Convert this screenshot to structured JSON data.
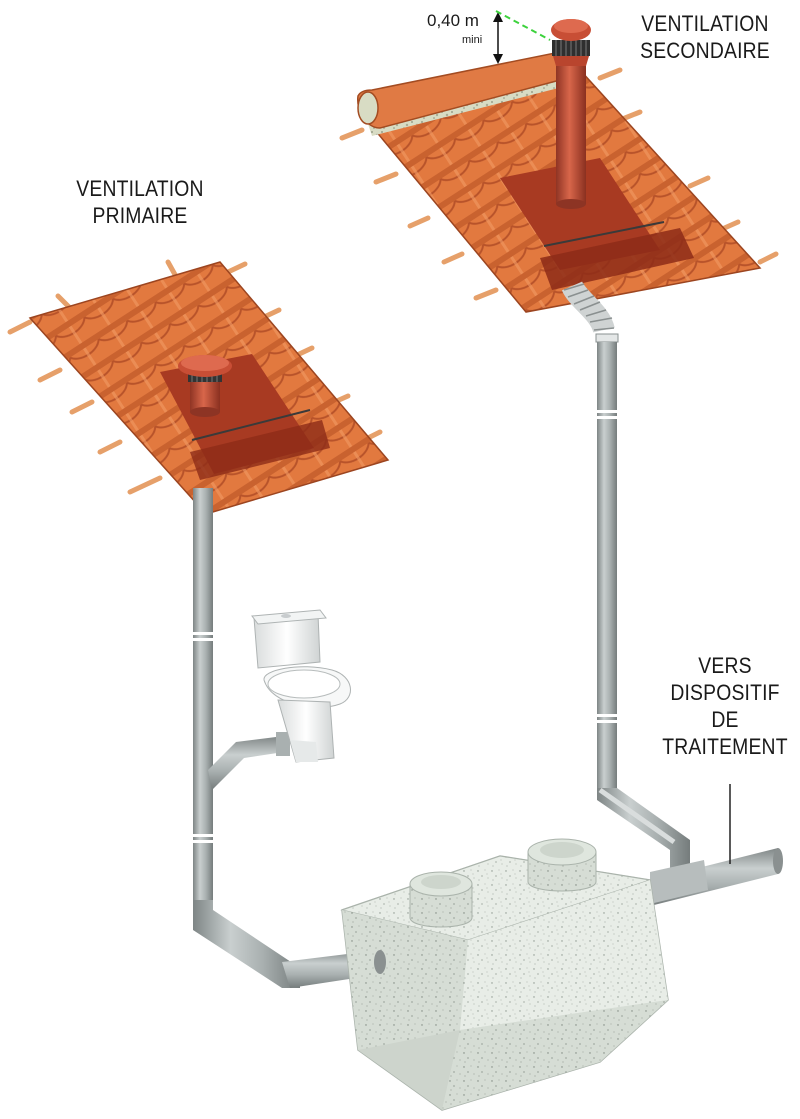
{
  "labels": {
    "primary_vent": [
      "VENTILATION",
      "PRIMAIRE"
    ],
    "secondary_vent": [
      "VENTILATION",
      "SECONDAIRE"
    ],
    "to_treatment": [
      "VERS",
      "DISPOSITIF",
      "DE",
      "TRAITEMENT"
    ]
  },
  "dimension": {
    "value": "0,40 m",
    "qualifier": "mini"
  },
  "colors": {
    "tile": "#e2793f",
    "tile_dark": "#b8532a",
    "roof_flashing": "#a83a22",
    "vent_pipe": "#c8573a",
    "pipe_gray": "#9aa0a0",
    "tank": "#e9eee8",
    "guide_line": "#3cd23c"
  }
}
